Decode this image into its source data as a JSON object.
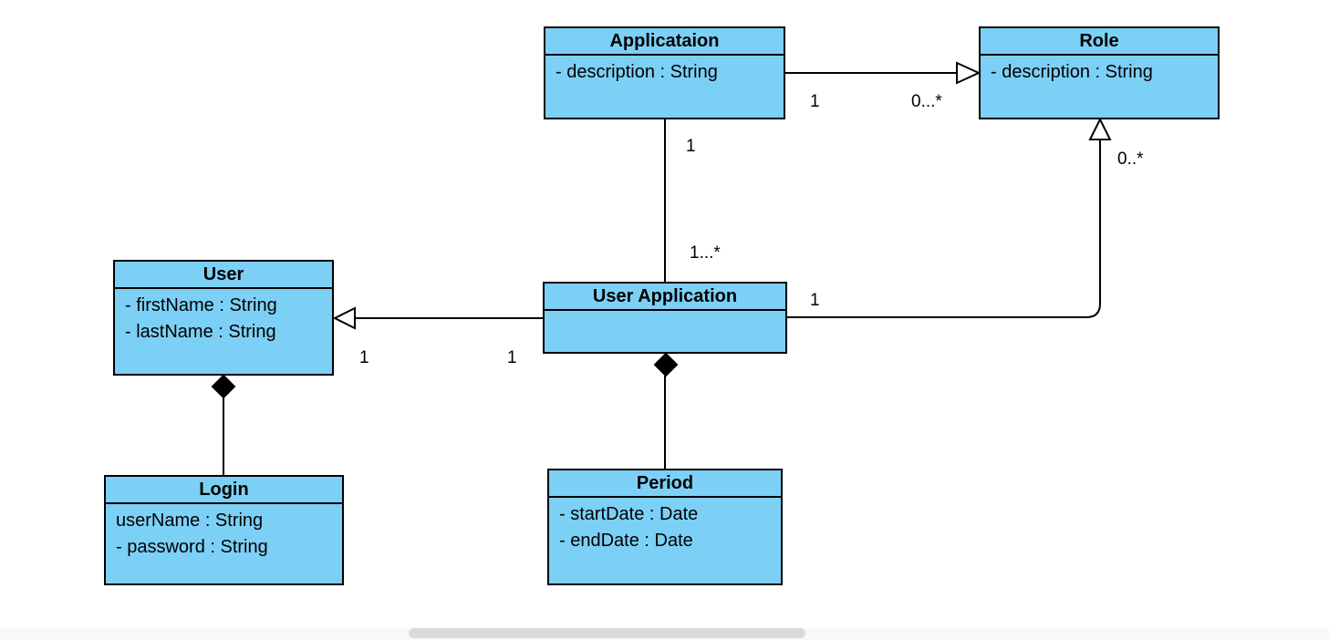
{
  "classes": {
    "applicataion": {
      "name": "Applicataion",
      "attributes": [
        "- description : String"
      ]
    },
    "role": {
      "name": "Role",
      "attributes": [
        "- description : String"
      ]
    },
    "user": {
      "name": "User",
      "attributes": [
        "- firstName : String",
        "- lastName : String"
      ]
    },
    "user_application": {
      "name": "User Application",
      "attributes": []
    },
    "login": {
      "name": "Login",
      "attributes": [
        "userName : String",
        "- password : String"
      ]
    },
    "period": {
      "name": "Period",
      "attributes": [
        "- startDate : Date",
        "- endDate : Date"
      ]
    }
  },
  "multiplicities": {
    "app_role_app_end": "1",
    "app_role_role_end": "0...*",
    "app_userapp_app_end": "1",
    "app_userapp_userapp_end": "1...*",
    "userapp_role_role_end": "0..*",
    "userapp_role_userapp_end": "1",
    "user_userapp_user_end": "1",
    "user_userapp_userapp_end": "1"
  },
  "colors": {
    "class_fill": "#7dd0f5",
    "line": "#000000"
  }
}
